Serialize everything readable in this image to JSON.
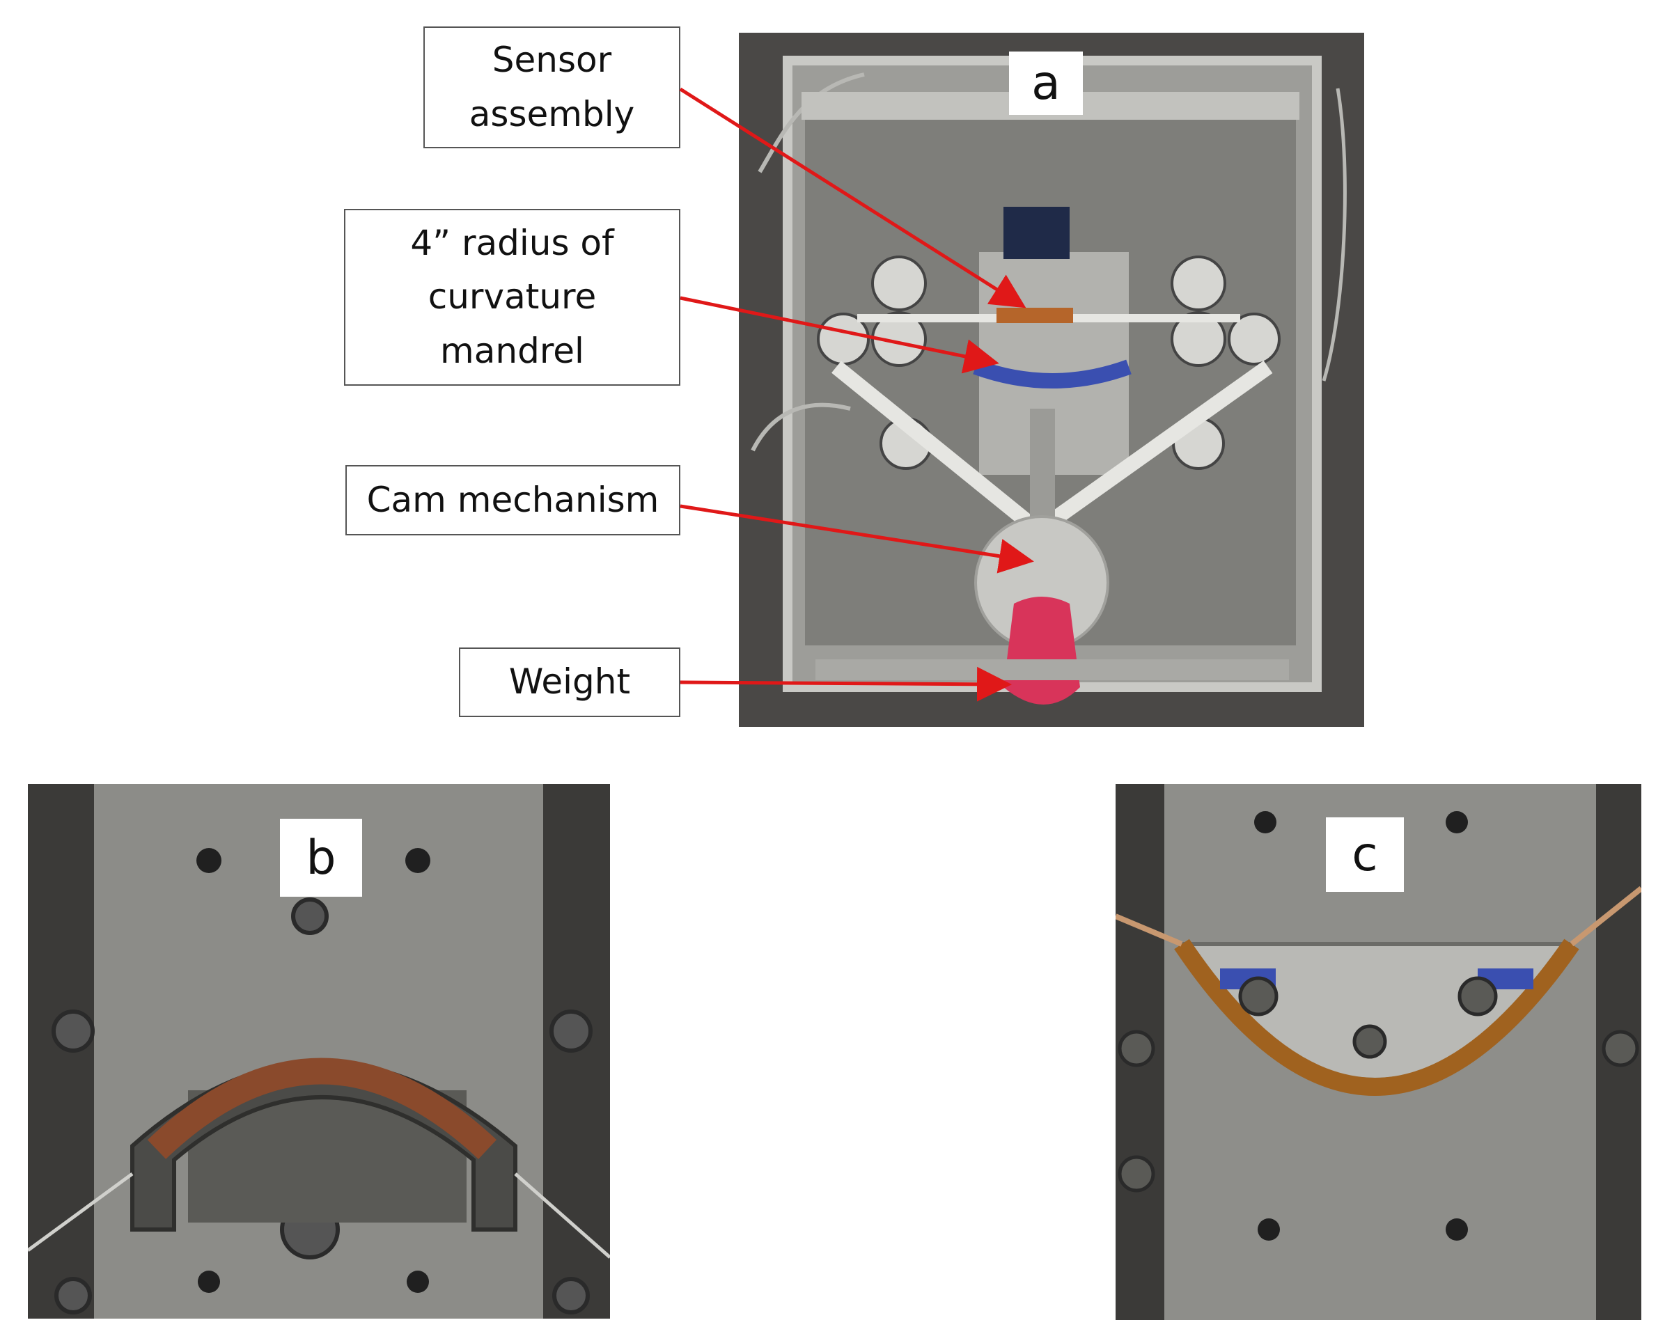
{
  "figure": {
    "panels": [
      {
        "letter": "a"
      },
      {
        "letter": "b"
      },
      {
        "letter": "c"
      }
    ],
    "callouts": [
      {
        "text": "Sensor\nassembly"
      },
      {
        "text": "4” radius of\ncurvature\nmandrel"
      },
      {
        "text": "Cam mechanism"
      },
      {
        "text": "Weight"
      }
    ],
    "colors": {
      "arrow": "#e01818",
      "frame": "#b4b4b0",
      "plate": "#8a8a86",
      "dark_bg": "#3a3a38",
      "weight_bag": "#d8345a",
      "tape": "#3a4fb0"
    }
  }
}
